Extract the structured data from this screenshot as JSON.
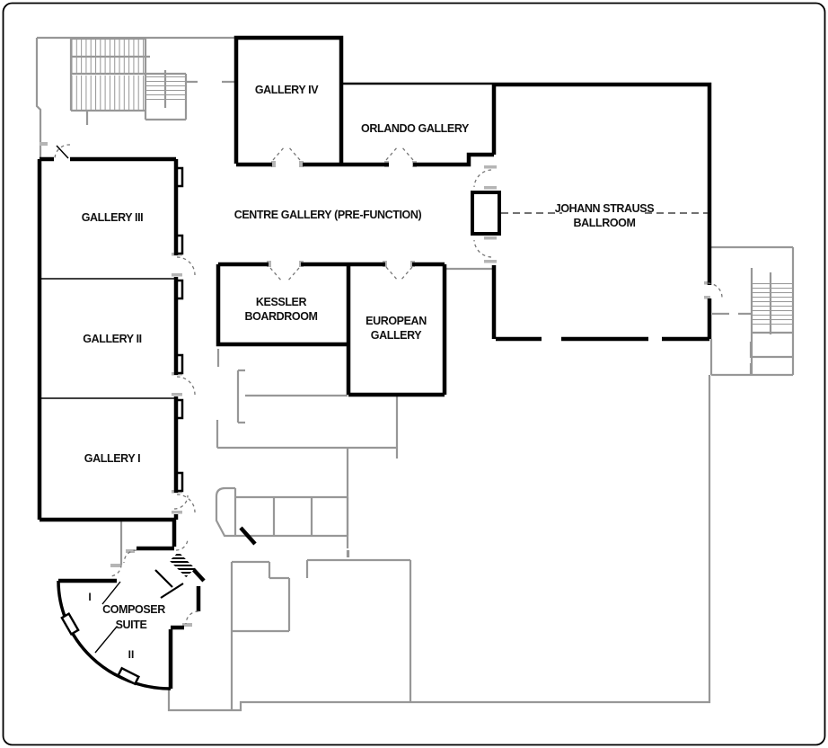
{
  "plan": {
    "rooms": {
      "gallery_iv": {
        "label": "GALLERY IV"
      },
      "orlando_gallery": {
        "label": "ORLANDO GALLERY"
      },
      "centre_gallery": {
        "label": "CENTRE GALLERY (PRE-FUNCTION)"
      },
      "johann_strauss_ballroom": {
        "label_line1": "JOHANN STRAUSS",
        "label_line2": "BALLROOM"
      },
      "kessler_boardroom": {
        "label_line1": "KESSLER",
        "label_line2": "BOARDROOM"
      },
      "european_gallery": {
        "label_line1": "EUROPEAN",
        "label_line2": "GALLERY"
      },
      "gallery_iii": {
        "label": "GALLERY III"
      },
      "gallery_ii": {
        "label": "GALLERY II"
      },
      "gallery_i": {
        "label": "GALLERY I"
      },
      "composer_suite": {
        "label_line1": "COMPOSER",
        "label_line2": "SUITE",
        "section_1": "I",
        "section_2": "II"
      }
    },
    "colors": {
      "wall": "#000000",
      "partition": "#979797",
      "door_jamb": "#b5b5b5",
      "background": "#ffffff"
    }
  }
}
